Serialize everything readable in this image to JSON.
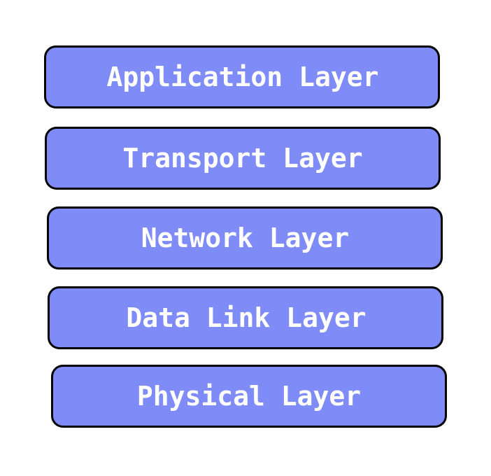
{
  "diagram": {
    "box_fill_color": "#7f8bf7",
    "box_border_color": "#000000",
    "label_color": "#ffffff",
    "layers": [
      {
        "label": "Application Layer"
      },
      {
        "label": "Transport Layer"
      },
      {
        "label": "Network Layer"
      },
      {
        "label": "Data Link Layer"
      },
      {
        "label": "Physical Layer"
      }
    ]
  }
}
